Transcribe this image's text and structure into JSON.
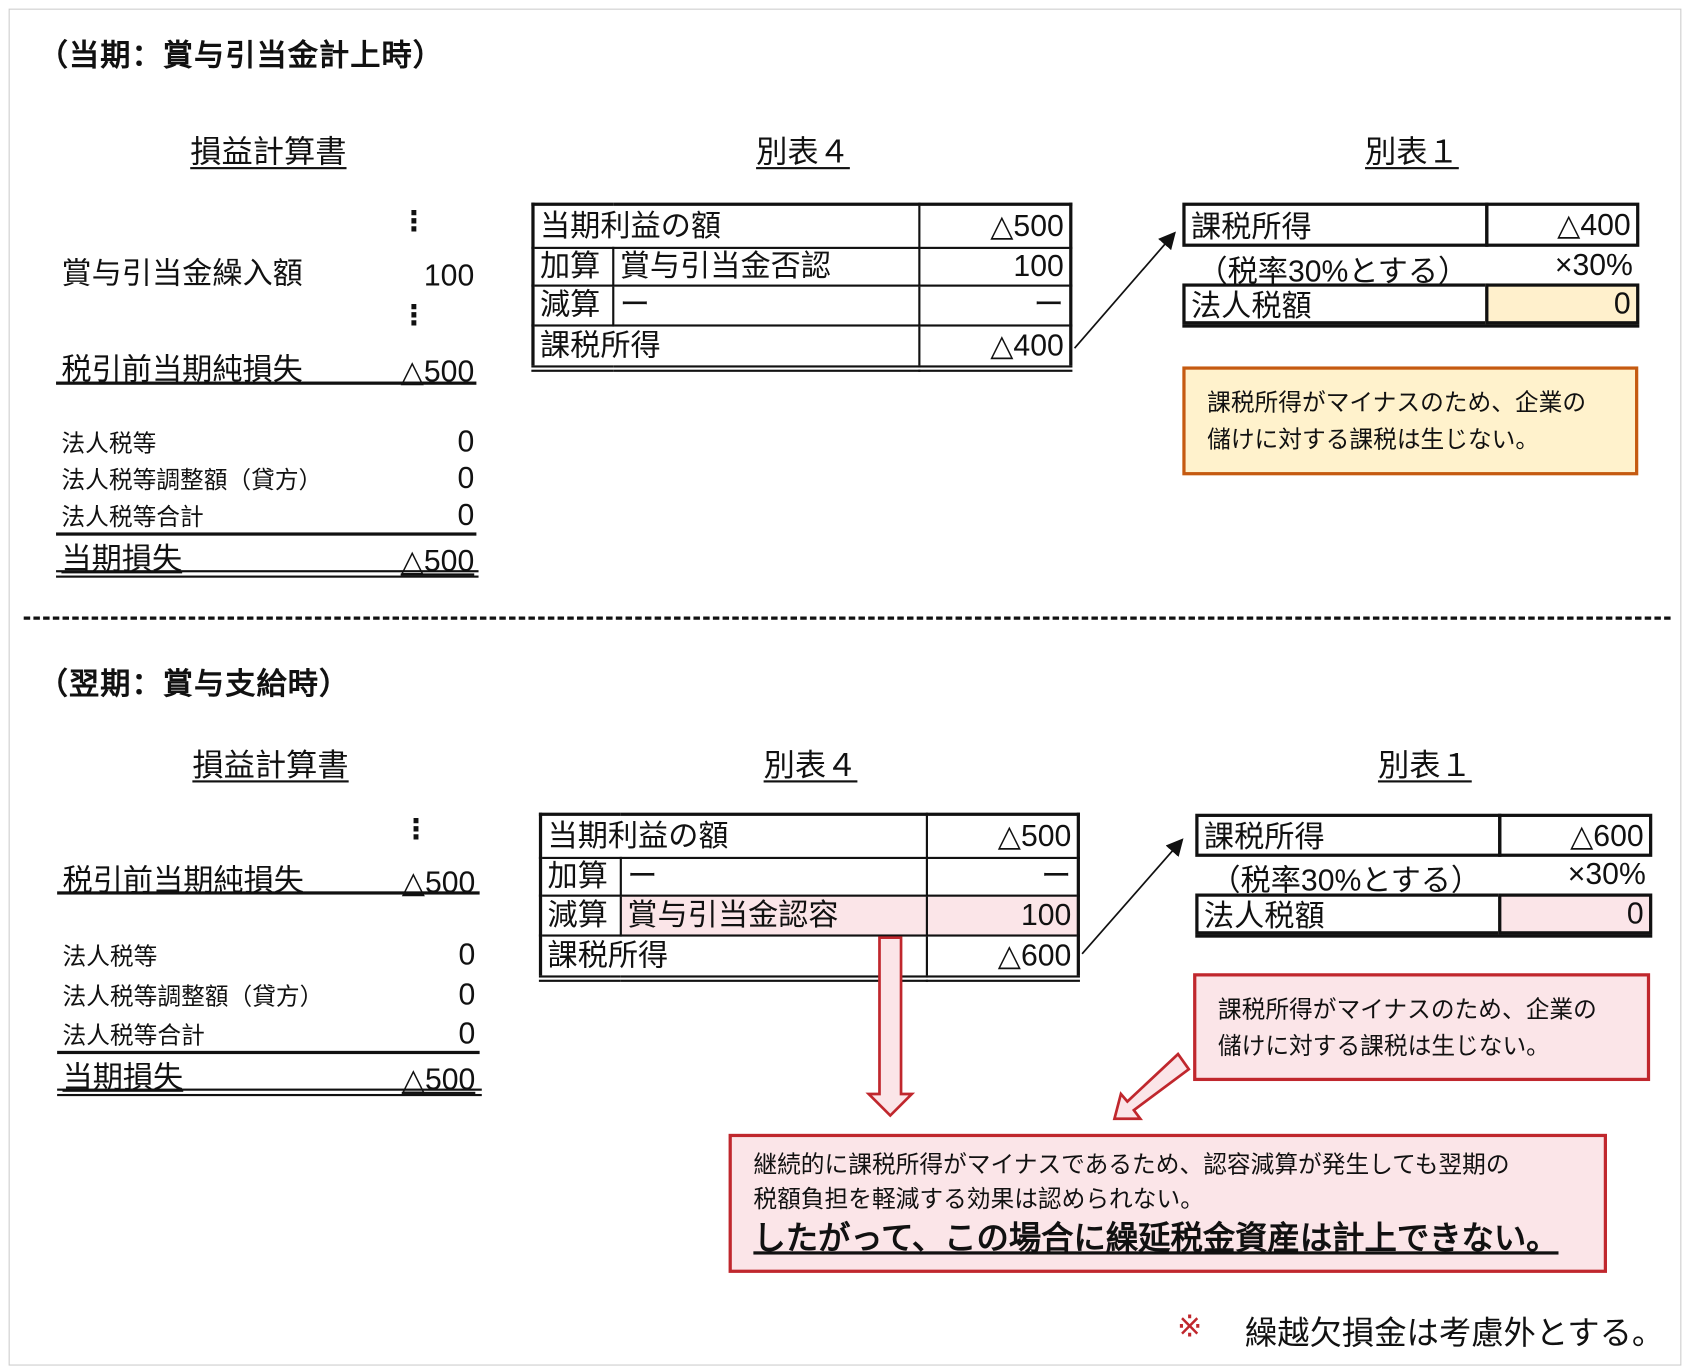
{
  "current": {
    "title": "（当期：賞与引当金計上時）",
    "pl": {
      "heading": "損益計算書",
      "ellipsis": "⋮",
      "rows": [
        {
          "label": "賞与引当金繰入額",
          "value": "100"
        },
        {
          "label": "税引前当期純損失",
          "value": "△500"
        },
        {
          "label": "法人税等",
          "value": "0"
        },
        {
          "label": "法人税等調整額（貸方）",
          "value": "0"
        },
        {
          "label": "法人税等合計",
          "value": "0"
        },
        {
          "label": "当期損失",
          "value": "△500"
        }
      ]
    },
    "schedule4": {
      "heading": "別表４",
      "rows": [
        {
          "label": "当期利益の額",
          "value": "△500"
        },
        {
          "type": "加算",
          "label": "賞与引当金否認",
          "value": "100"
        },
        {
          "type": "減算",
          "label": "ー",
          "value": "ー"
        },
        {
          "label": "課税所得",
          "value": "△400"
        }
      ]
    },
    "schedule1": {
      "heading": "別表１",
      "taxable_label": "課税所得",
      "taxable_value": "△400",
      "rate_label": "（税率30%とする）",
      "rate_value": "×30%",
      "tax_label": "法人税額",
      "tax_value": "0"
    },
    "note": [
      "課税所得がマイナスのため、企業の",
      "儲けに対する課税は生じない。"
    ]
  },
  "next": {
    "title": "（翌期：賞与支給時）",
    "pl": {
      "heading": "損益計算書",
      "ellipsis": "⋮",
      "rows": [
        {
          "label": "税引前当期純損失",
          "value": "△500"
        },
        {
          "label": "法人税等",
          "value": "0"
        },
        {
          "label": "法人税等調整額（貸方）",
          "value": "0"
        },
        {
          "label": "法人税等合計",
          "value": "0"
        },
        {
          "label": "当期損失",
          "value": "△500"
        }
      ]
    },
    "schedule4": {
      "heading": "別表４",
      "rows": [
        {
          "label": "当期利益の額",
          "value": "△500"
        },
        {
          "type": "加算",
          "label": "ー",
          "value": "ー"
        },
        {
          "type": "減算",
          "label": "賞与引当金認容",
          "value": "100"
        },
        {
          "label": "課税所得",
          "value": "△600"
        }
      ]
    },
    "schedule1": {
      "heading": "別表１",
      "taxable_label": "課税所得",
      "taxable_value": "△600",
      "rate_label": "（税率30%とする）",
      "rate_value": "×30%",
      "tax_label": "法人税額",
      "tax_value": "0"
    },
    "note": [
      "課税所得がマイナスのため、企業の",
      "儲けに対する課税は生じない。"
    ]
  },
  "conclusion": {
    "line1": "継続的に課税所得がマイナスであるため、認容減算が発生しても翌期の",
    "line2": "税額負担を軽減する効果は認められない。",
    "emphasis": "したがって、この場合に繰延税金資産は計上できない。"
  },
  "footnote": {
    "mark": "※",
    "text": "繰越欠損金は考慮外とする。"
  },
  "colors": {
    "orange_fill": "#fff2cc",
    "orange_border": "#c55a11",
    "pink_fill": "#fbe5e8",
    "red_border": "#c0272d"
  }
}
